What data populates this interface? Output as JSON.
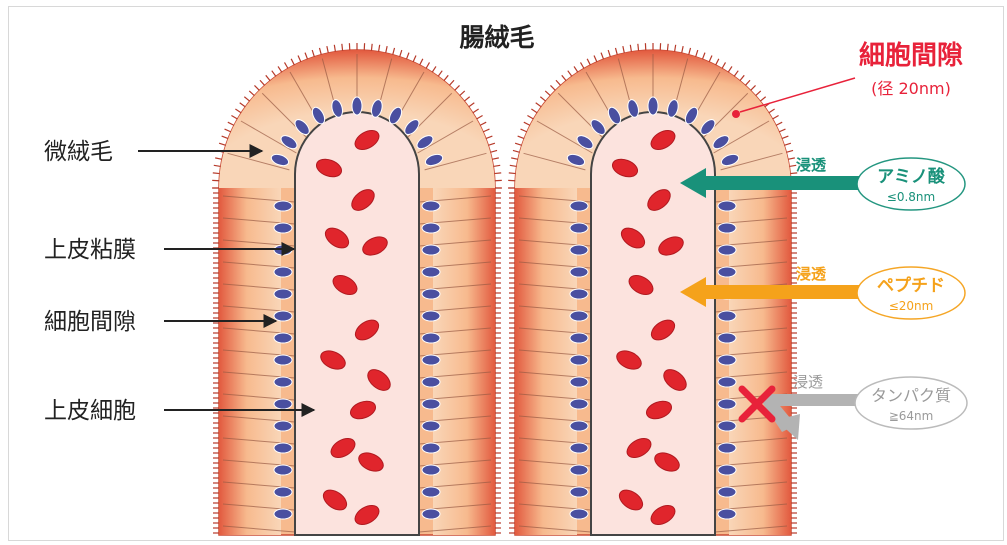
{
  "title": "腸絨毛",
  "left_labels": [
    {
      "text": "微絨毛"
    },
    {
      "text": "上皮粘膜"
    },
    {
      "text": "細胞間隙"
    },
    {
      "text": "上皮細胞"
    }
  ],
  "gap_callout": {
    "title": "細胞間隙",
    "size": "(径 20nm)",
    "color": "#e8223a"
  },
  "molecules": [
    {
      "name": "アミノ酸",
      "size": "≤0.8nm",
      "action": "浸透",
      "color": "#19917a",
      "passes": true
    },
    {
      "name": "ペプチド",
      "size": "≤20nm",
      "action": "浸透",
      "color": "#f5a21b",
      "passes": true
    },
    {
      "name": "タンパク質",
      "size": "≧64nm",
      "action": "浸透",
      "color": "#9a9a9a",
      "passes": false
    }
  ],
  "colors": {
    "tissue_outer": "#e7684a",
    "tissue_inner": "#f6c9a6",
    "core": "#fce3de",
    "nucleus": "#4a4fa0",
    "blood_cell": "#e0252c"
  }
}
